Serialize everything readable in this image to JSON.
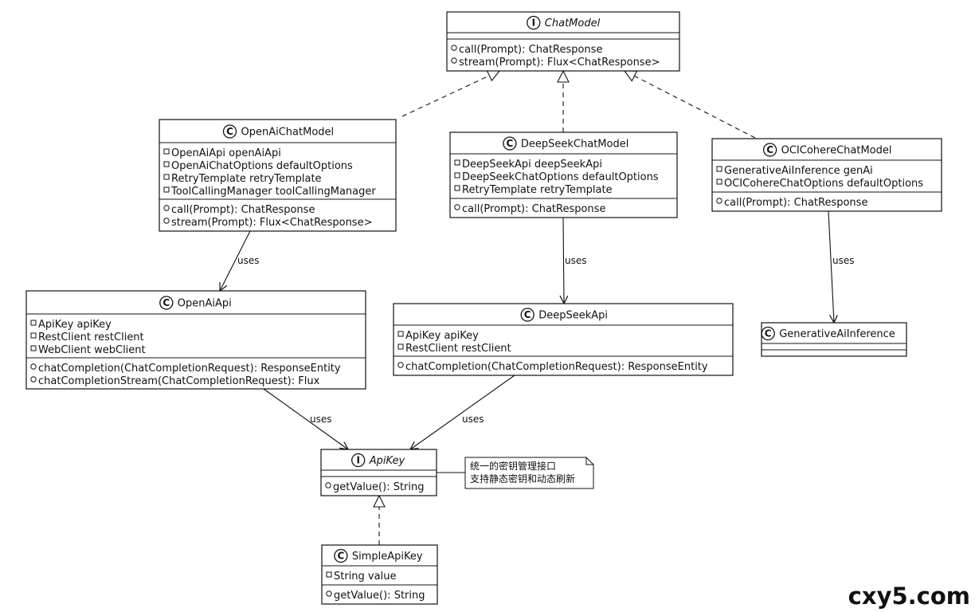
{
  "classes": [
    {
      "id": "chat-model",
      "stereotype": "I",
      "title": "ChatModel",
      "italic": true,
      "fields": [],
      "methods": [
        {
          "vis": "public",
          "text": "call(Prompt): ChatResponse"
        },
        {
          "vis": "public",
          "text": "stream(Prompt): Flux<ChatResponse>"
        }
      ]
    },
    {
      "id": "openai-chat-model",
      "stereotype": "C",
      "title": "OpenAiChatModel",
      "italic": false,
      "fields": [
        {
          "vis": "private",
          "text": "OpenAiApi openAiApi"
        },
        {
          "vis": "private",
          "text": "OpenAiChatOptions defaultOptions"
        },
        {
          "vis": "private",
          "text": "RetryTemplate retryTemplate"
        },
        {
          "vis": "private",
          "text": "ToolCallingManager toolCallingManager"
        }
      ],
      "methods": [
        {
          "vis": "public",
          "text": "call(Prompt): ChatResponse"
        },
        {
          "vis": "public",
          "text": "stream(Prompt): Flux<ChatResponse>"
        }
      ]
    },
    {
      "id": "deepseek-chat-model",
      "stereotype": "C",
      "title": "DeepSeekChatModel",
      "italic": false,
      "fields": [
        {
          "vis": "private",
          "text": "DeepSeekApi deepSeekApi"
        },
        {
          "vis": "private",
          "text": "DeepSeekChatOptions defaultOptions"
        },
        {
          "vis": "private",
          "text": "RetryTemplate retryTemplate"
        }
      ],
      "methods": [
        {
          "vis": "public",
          "text": "call(Prompt): ChatResponse"
        }
      ]
    },
    {
      "id": "oci-cohere-chat-model",
      "stereotype": "C",
      "title": "OCICohereChatModel",
      "italic": false,
      "fields": [
        {
          "vis": "private",
          "text": "GenerativeAiInference genAi"
        },
        {
          "vis": "private",
          "text": "OCICohereChatOptions defaultOptions"
        }
      ],
      "methods": [
        {
          "vis": "public",
          "text": "call(Prompt): ChatResponse"
        }
      ]
    },
    {
      "id": "openai-api",
      "stereotype": "C",
      "title": "OpenAiApi",
      "italic": false,
      "fields": [
        {
          "vis": "private",
          "text": "ApiKey apiKey"
        },
        {
          "vis": "private",
          "text": "RestClient restClient"
        },
        {
          "vis": "private",
          "text": "WebClient webClient"
        }
      ],
      "methods": [
        {
          "vis": "public",
          "text": "chatCompletion(ChatCompletionRequest): ResponseEntity"
        },
        {
          "vis": "public",
          "text": "chatCompletionStream(ChatCompletionRequest): Flux"
        }
      ]
    },
    {
      "id": "deepseek-api",
      "stereotype": "C",
      "title": "DeepSeekApi",
      "italic": false,
      "fields": [
        {
          "vis": "private",
          "text": "ApiKey apiKey"
        },
        {
          "vis": "private",
          "text": "RestClient restClient"
        }
      ],
      "methods": [
        {
          "vis": "public",
          "text": "chatCompletion(ChatCompletionRequest): ResponseEntity"
        }
      ]
    },
    {
      "id": "generative-ai-inference",
      "stereotype": "C",
      "title": "GenerativeAiInference",
      "italic": false,
      "fields": [],
      "methods": []
    },
    {
      "id": "api-key",
      "stereotype": "I",
      "title": "ApiKey",
      "italic": true,
      "fields": [],
      "methods": [
        {
          "vis": "public",
          "text": "getValue(): String"
        }
      ]
    },
    {
      "id": "simple-api-key",
      "stereotype": "C",
      "title": "SimpleApiKey",
      "italic": false,
      "fields": [
        {
          "vis": "private",
          "text": "String value"
        }
      ],
      "methods": [
        {
          "vis": "public",
          "text": "getValue(): String"
        }
      ]
    }
  ],
  "relations": [
    {
      "from": "openai-chat-model",
      "to": "chat-model",
      "type": "realization",
      "label": ""
    },
    {
      "from": "deepseek-chat-model",
      "to": "chat-model",
      "type": "realization",
      "label": ""
    },
    {
      "from": "oci-cohere-chat-model",
      "to": "chat-model",
      "type": "realization",
      "label": ""
    },
    {
      "from": "openai-chat-model",
      "to": "openai-api",
      "type": "association",
      "label": "uses"
    },
    {
      "from": "deepseek-chat-model",
      "to": "deepseek-api",
      "type": "association",
      "label": "uses"
    },
    {
      "from": "oci-cohere-chat-model",
      "to": "generative-ai-inference",
      "type": "association",
      "label": "uses"
    },
    {
      "from": "openai-api",
      "to": "api-key",
      "type": "association",
      "label": "uses"
    },
    {
      "from": "deepseek-api",
      "to": "api-key",
      "type": "association",
      "label": "uses"
    },
    {
      "from": "simple-api-key",
      "to": "api-key",
      "type": "realization",
      "label": ""
    }
  ],
  "note": {
    "attached_to": "api-key",
    "lines": [
      "统一的密钥管理接口",
      "支持静态密钥和动态刷新"
    ]
  },
  "watermark": "cxy5.com",
  "colors": {
    "stroke": "#111111",
    "background": "#ffffff",
    "watermark": "#e8101c"
  }
}
